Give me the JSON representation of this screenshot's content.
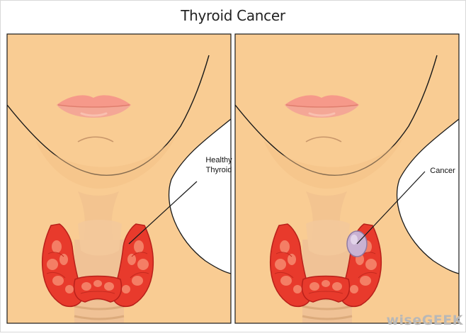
{
  "title": "Thyroid Cancer",
  "labels": {
    "healthy_line1": "Healthy",
    "healthy_line2": "Thyroid",
    "cancer": "Cancer"
  },
  "watermark": "wiseGEEK",
  "colors": {
    "skin": "#f9cc93",
    "skin_shadow": "#f0b97e",
    "throat": "#f3c68e",
    "trachea": "#f0c296",
    "trachea_ring": "#dcab7c",
    "thyroid": "#e83a2c",
    "thyroid_dark": "#b8201a",
    "thyroid_light": "#f78a6f",
    "lips": "#f6998a",
    "lips_dark": "#e07e6e",
    "tumor": "#c9b2d3",
    "outline": "#1a1a1a"
  }
}
